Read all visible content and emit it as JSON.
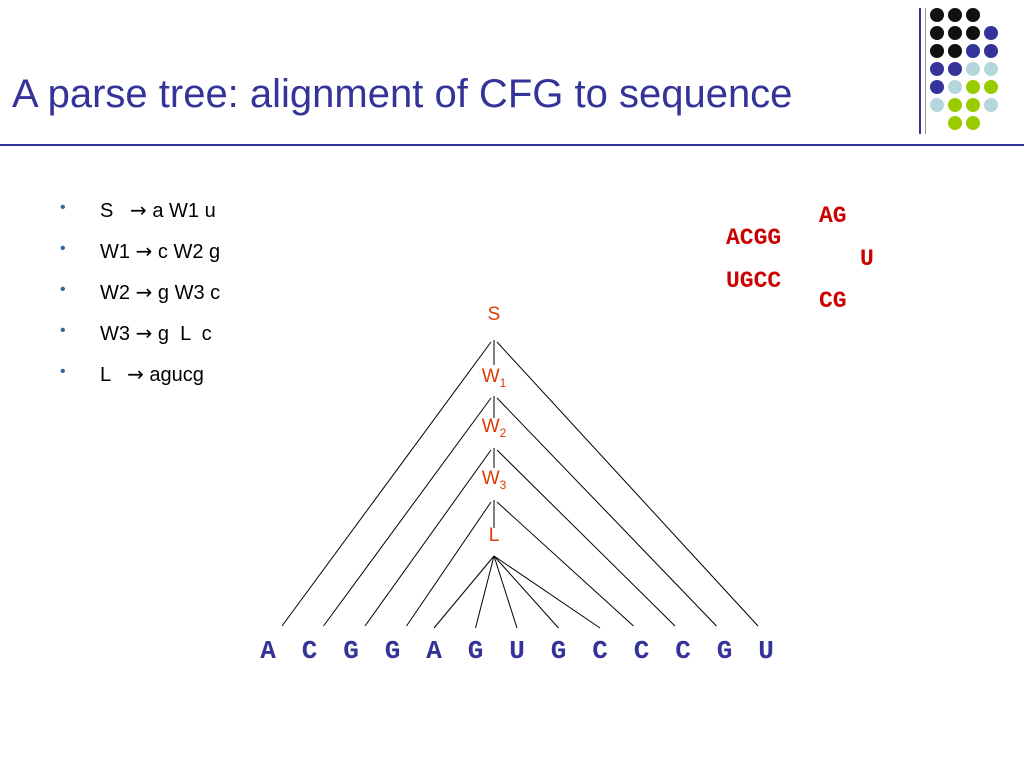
{
  "slide": {
    "title": "A parse tree: alignment of CFG to sequence"
  },
  "decoration": {
    "dot_colors": {
      "black": "#111111",
      "indigo": "#333399",
      "lightblue": "#b4d7dd",
      "green": "#99cc00",
      "rule": "#333399"
    }
  },
  "grammar_rules": [
    {
      "lhs": "S",
      "arrow": "→",
      "rhs": "a W1 u"
    },
    {
      "lhs": "W1",
      "arrow": "→",
      "rhs": "c W2 g"
    },
    {
      "lhs": "W2",
      "arrow": "→",
      "rhs": "g W3 c"
    },
    {
      "lhs": "W3",
      "arrow": "→",
      "rhs": "g  L  c"
    },
    {
      "lhs": "L",
      "arrow": "→",
      "rhs": "agucg"
    }
  ],
  "hairpin": {
    "stem_top": "ACGG",
    "stem_bottom": "UGCC",
    "loop_top": "AG",
    "loop_mid": "U",
    "loop_bottom": "CG",
    "color": "#cc0000"
  },
  "tree": {
    "node_color": "#e03a00",
    "leaf_color": "#333399",
    "nodes": [
      {
        "base": "S",
        "sub": ""
      },
      {
        "base": "W",
        "sub": "1"
      },
      {
        "base": "W",
        "sub": "2"
      },
      {
        "base": "W",
        "sub": "3"
      },
      {
        "base": "L",
        "sub": ""
      }
    ],
    "leaves": [
      "A",
      "C",
      "G",
      "G",
      "A",
      "G",
      "U",
      "G",
      "C",
      "C",
      "C",
      "G",
      "U"
    ]
  }
}
